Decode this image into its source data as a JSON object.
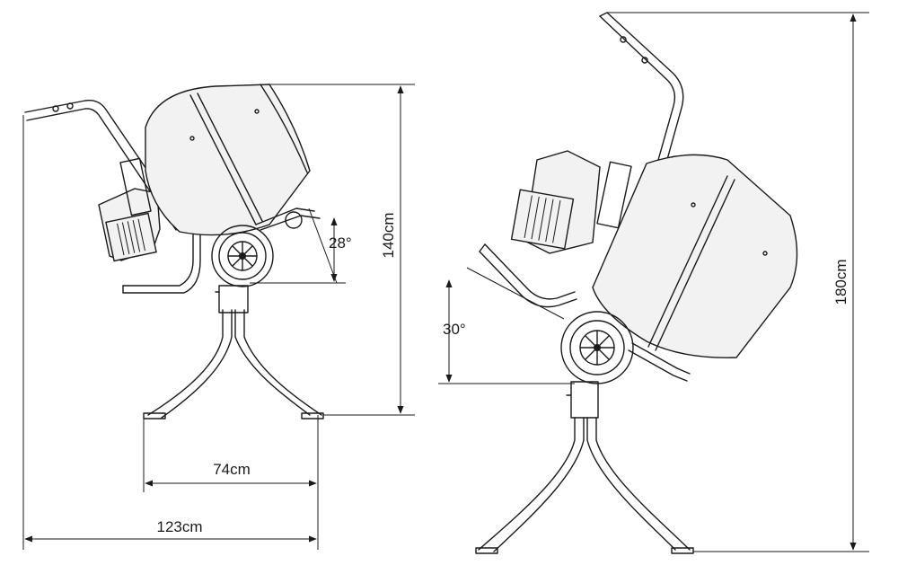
{
  "diagram": {
    "left_view": {
      "width_stand": "74cm",
      "width_total": "123cm",
      "height": "140cm",
      "tilt_angle": "28°"
    },
    "right_view": {
      "height": "180cm",
      "tilt_angle": "30°"
    }
  }
}
